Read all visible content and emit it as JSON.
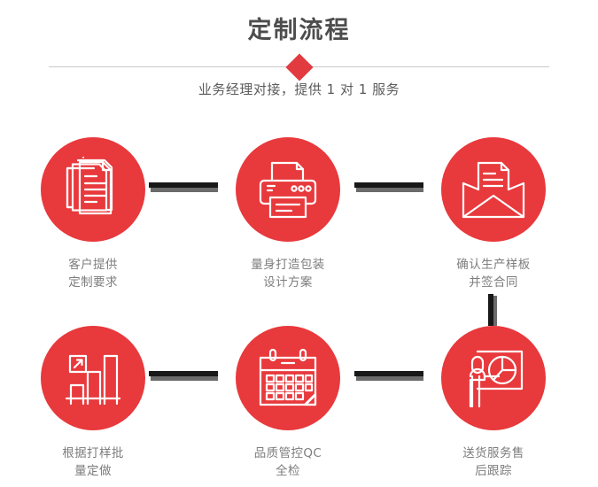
{
  "header": {
    "title": "定制流程",
    "subtitle": "业务经理对接，提供 1 对 1 服务",
    "diamond_icon": "diamond-marker-icon"
  },
  "colors": {
    "accent": "#e8393c",
    "diamond": "#e23b3f",
    "title_text": "#4d4d4d",
    "subtitle_text": "#5b5b5b",
    "label_text": "#7d7d7d",
    "divider": "#c9c9c9",
    "connector_dark": "#181818",
    "connector_shadow": "#6b6b6b",
    "background": "#ffffff"
  },
  "steps": [
    {
      "index": 1,
      "icon": "documents-stack-icon",
      "label": "客户提供\n定制要求"
    },
    {
      "index": 2,
      "icon": "printer-icon",
      "label": "量身打造包装\n设计方案"
    },
    {
      "index": 3,
      "icon": "envelope-letter-icon",
      "label": "确认生产样板\n并签合同"
    },
    {
      "index": 4,
      "icon": "bar-chart-growth-icon",
      "label": "根据打样批\n量定做"
    },
    {
      "index": 5,
      "icon": "calendar-icon",
      "label": "品质管控QC\n全检"
    },
    {
      "index": 6,
      "icon": "presenter-pie-chart-icon",
      "label": "送货服务售\n后跟踪"
    }
  ],
  "connectors": [
    {
      "name": "connector-step1-step2",
      "orientation": "horizontal"
    },
    {
      "name": "connector-step2-step3",
      "orientation": "horizontal"
    },
    {
      "name": "connector-step3-step6",
      "orientation": "vertical"
    },
    {
      "name": "connector-step4-step5",
      "orientation": "horizontal"
    },
    {
      "name": "connector-step5-step6",
      "orientation": "horizontal"
    }
  ]
}
